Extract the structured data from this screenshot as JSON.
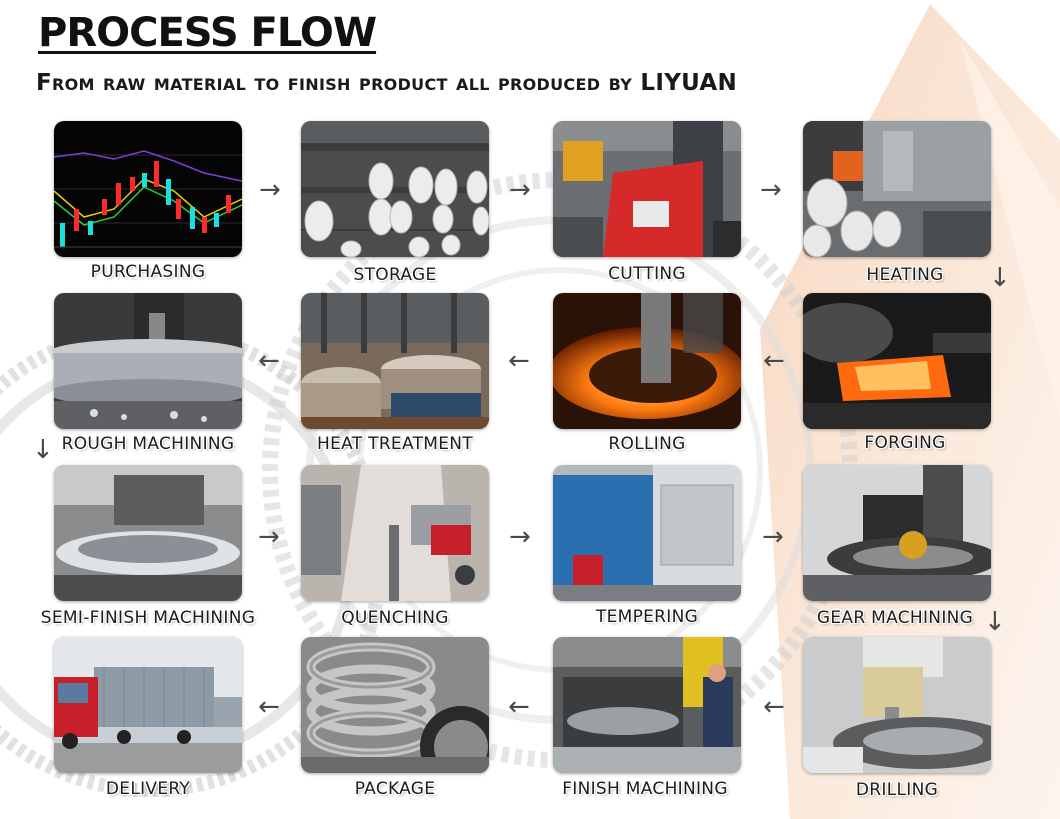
{
  "header": {
    "title": "PROCESS FLOW",
    "subtitle": "From raw material to finish product all produced by LIYUAN"
  },
  "steps": [
    {
      "label": "PURCHASING",
      "image": "stock-chart-image"
    },
    {
      "label": "STORAGE",
      "image": "steel-bars-image"
    },
    {
      "label": "CUTTING",
      "image": "cutting-machine-image"
    },
    {
      "label": "HEATING",
      "image": "furnace-image"
    },
    {
      "label": "FORGING",
      "image": "hot-forging-image"
    },
    {
      "label": "ROLLING",
      "image": "ring-rolling-image"
    },
    {
      "label": "HEAT TREATMENT",
      "image": "heat-treatment-furnace-image"
    },
    {
      "label": "ROUGH MACHINING",
      "image": "lathe-ring-image"
    },
    {
      "label": "SEMI-FINISH MACHINING",
      "image": "machined-ring-image"
    },
    {
      "label": "QUENCHING",
      "image": "quenching-robot-image"
    },
    {
      "label": "TEMPERING",
      "image": "tempering-oven-image"
    },
    {
      "label": "GEAR MACHINING",
      "image": "gear-hobbing-image"
    },
    {
      "label": "DRILLING",
      "image": "drilling-machine-image"
    },
    {
      "label": "FINISH MACHINING",
      "image": "finish-lathe-image"
    },
    {
      "label": "PACKAGE",
      "image": "packaged-rings-image"
    },
    {
      "label": "DELIVERY",
      "image": "container-truck-image"
    }
  ],
  "arrows": {
    "right": "→",
    "left": "←",
    "down": "↓"
  },
  "colors": {
    "title": "#111111",
    "label": "#1c1c1c",
    "arrow": "#4a4a4a",
    "hot_metal": "#ff7a10",
    "container": "#8e9aa6"
  }
}
